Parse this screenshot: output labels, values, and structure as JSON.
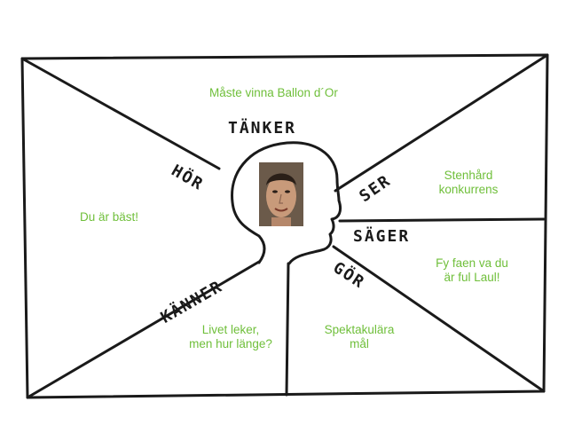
{
  "sections": {
    "tanker": "TÄNKER",
    "hor": "HÖR",
    "ser": "SER",
    "sager": "SÄGER",
    "kanner": "KÄNNER",
    "gor": "GÖR"
  },
  "notes": {
    "tanker": "Måste vinna Ballon d´Or",
    "hor": "Du är bäst!",
    "ser_line1": "Stenhård",
    "ser_line2": "konkurrens",
    "sager_line1": "Fy faen va du",
    "sager_line2": "är ful Laul!",
    "kanner_line1": "Livet leker,",
    "kanner_line2": "men hur länge?",
    "gor_line1": "Spektakulära",
    "gor_line2": "mål"
  },
  "colors": {
    "note": "#6fbf3a",
    "ink": "#1a1a1a"
  },
  "portrait_icon": "portrait-photo"
}
